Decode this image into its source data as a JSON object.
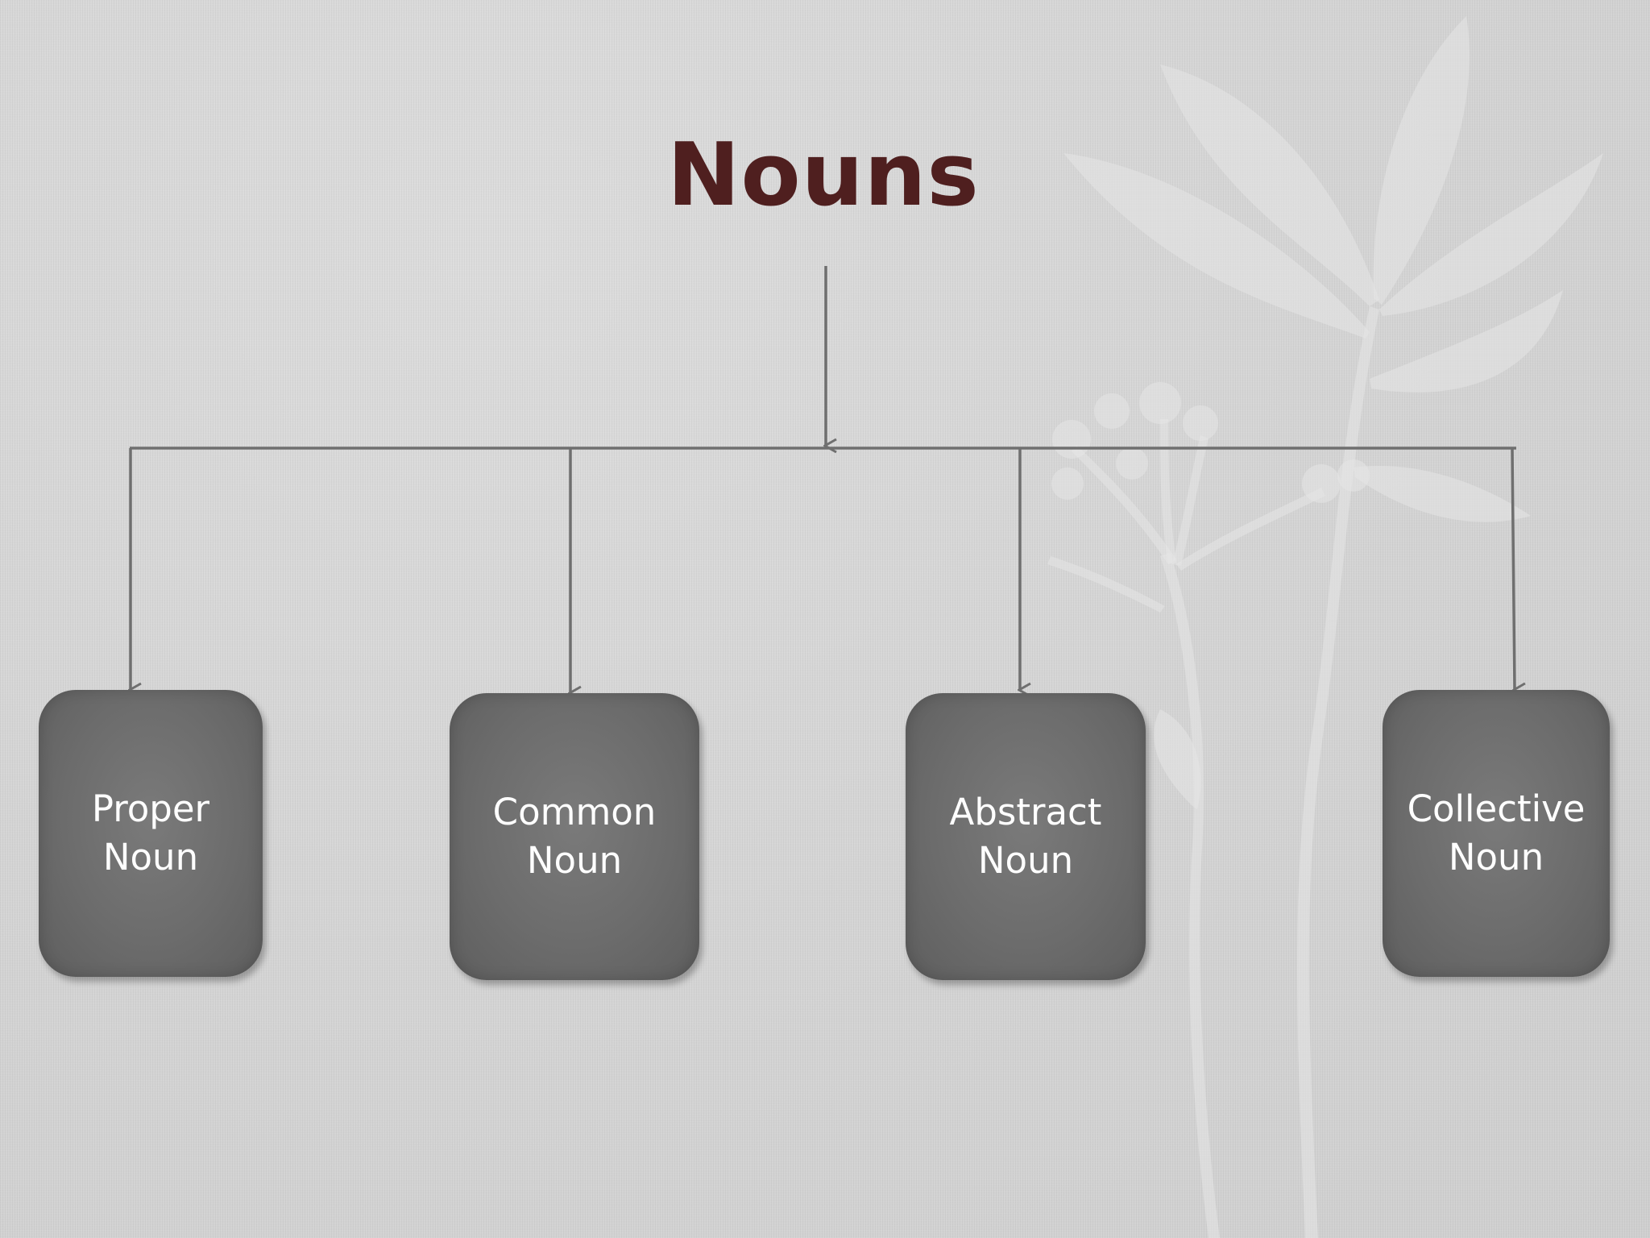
{
  "diagram": {
    "title": "Nouns",
    "nodes": [
      {
        "label": "Proper\nNoun"
      },
      {
        "label": "Common\nNoun"
      },
      {
        "label": "Abstract\nNoun"
      },
      {
        "label": "Collective\nNoun"
      }
    ]
  },
  "colors": {
    "background": "#d6d6d6",
    "title": "#4f1f1f",
    "node_fill": "#6e6e6e",
    "node_text": "#ffffff",
    "connector": "#6f6f6f"
  }
}
